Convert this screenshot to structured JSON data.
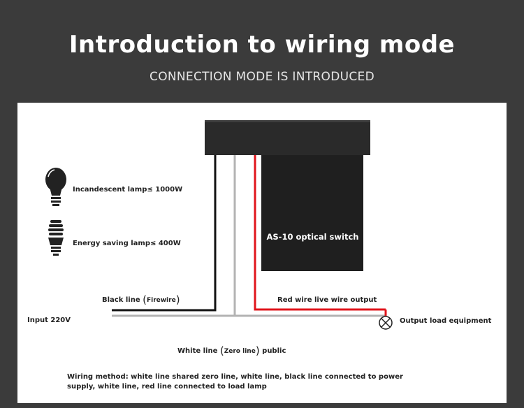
{
  "header": {
    "title": "Introduction to wiring mode",
    "subtitle": "CONNECTION MODE IS INTRODUCED"
  },
  "lamps": {
    "incandescent": "Incandescent lamp≤ 1000W",
    "energy_saving": "Energy saving lamp≤ 400W"
  },
  "switch": {
    "label": "AS-10 optical switch"
  },
  "wires": {
    "black_line": {
      "text": "Black line",
      "inner": "Firewire"
    },
    "input": "Input 220V",
    "red_wire": "Red wire live wire output",
    "white_line": {
      "text": "White line",
      "inner": "Zero line",
      "suffix": "public"
    },
    "load": "Output load equipment"
  },
  "note": "Wiring method: white line shared zero line, white line, black line connected to power supply, white line, red line connected to load lamp",
  "colors": {
    "background": "#3b3b3b",
    "panel": "#ffffff",
    "switch_body": "#1f1f1f",
    "black_wire": "#111111",
    "red_wire": "#e0141b",
    "white_wire": "#b3b3b3"
  }
}
